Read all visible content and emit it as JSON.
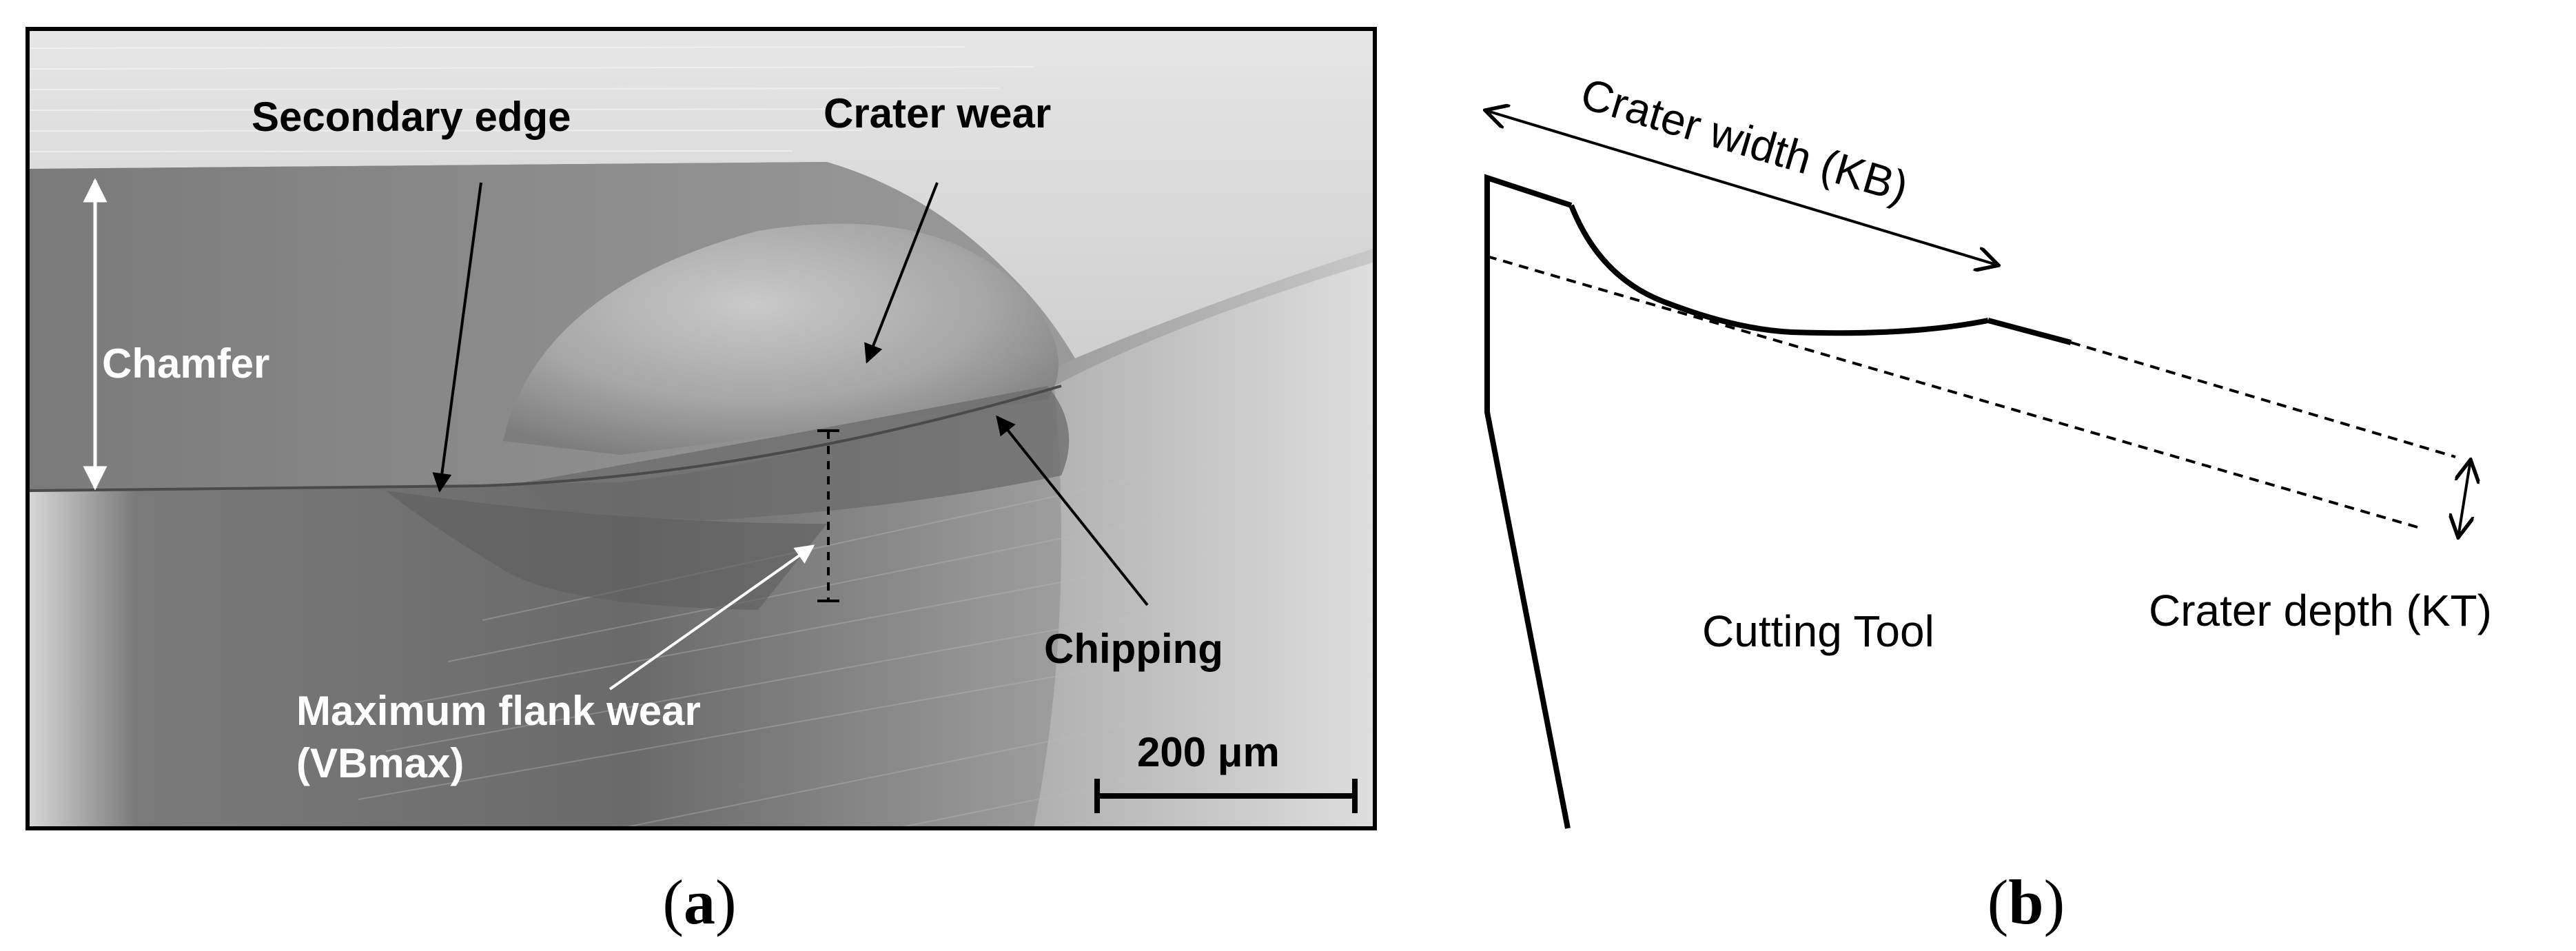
{
  "panel_a": {
    "labels": {
      "secondary_edge": "Secondary edge",
      "crater_wear": "Crater wear",
      "chamfer": "Chamfer",
      "chipping": "Chipping",
      "max_flank_wear_line1": "Maximum flank wear",
      "max_flank_wear_line2": "(VBmax)"
    },
    "scale_bar": "200 μm",
    "caption_letter": "a"
  },
  "panel_b": {
    "labels": {
      "crater_width": "Crater width (KB)",
      "cutting_tool": "Cutting Tool",
      "crater_depth": "Crater depth (KT)"
    },
    "caption_letter": "b"
  },
  "colors": {
    "image_border": "#000000",
    "sem_light": "#d9d9d9",
    "sem_mid": "#8a8a8a",
    "sem_dark": "#5e5e5e",
    "annotation_white": "#ffffff",
    "annotation_black": "#000000"
  }
}
